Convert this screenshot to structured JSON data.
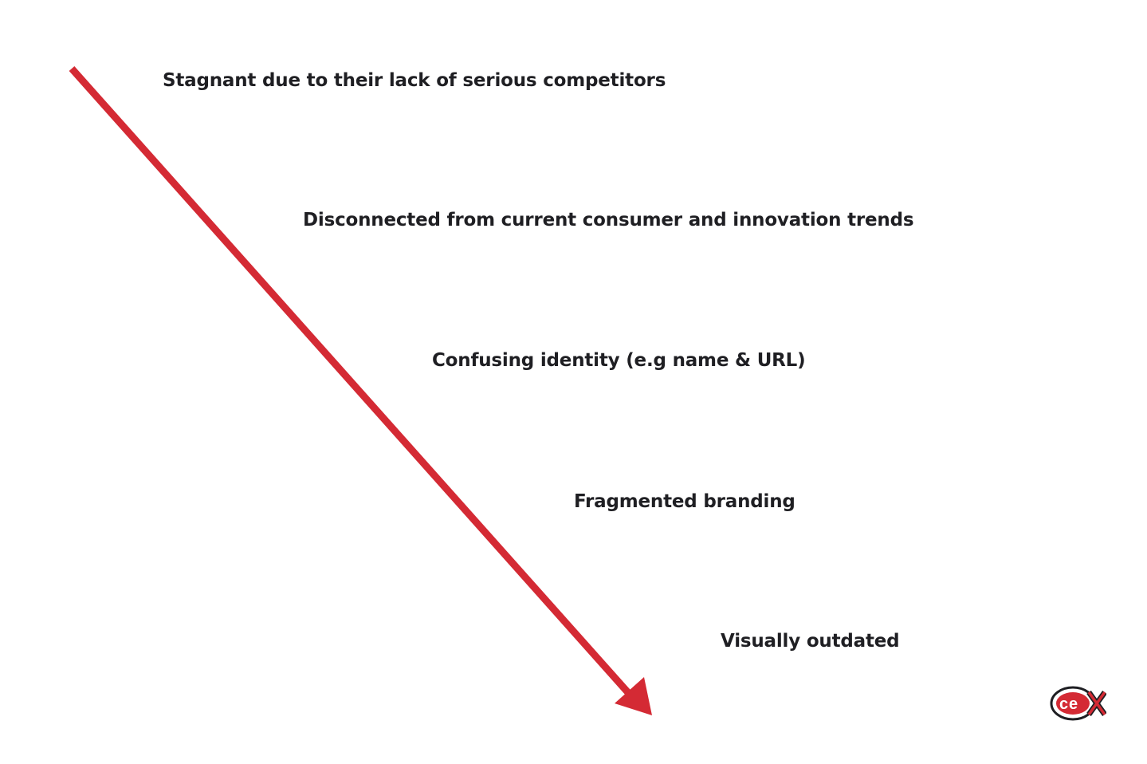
{
  "colors": {
    "arrow": "#d42a34",
    "text": "#1f1f23",
    "background": "#ffffff"
  },
  "items": [
    {
      "text": "Stagnant due to their lack of serious competitors"
    },
    {
      "text": "Disconnected from current consumer and innovation trends"
    },
    {
      "text": "Confusing identity (e.g name & URL)"
    },
    {
      "text": "Fragmented branding"
    },
    {
      "text": "Visually outdated"
    }
  ],
  "logo": {
    "icon": "cex-logo",
    "text": "cex"
  }
}
